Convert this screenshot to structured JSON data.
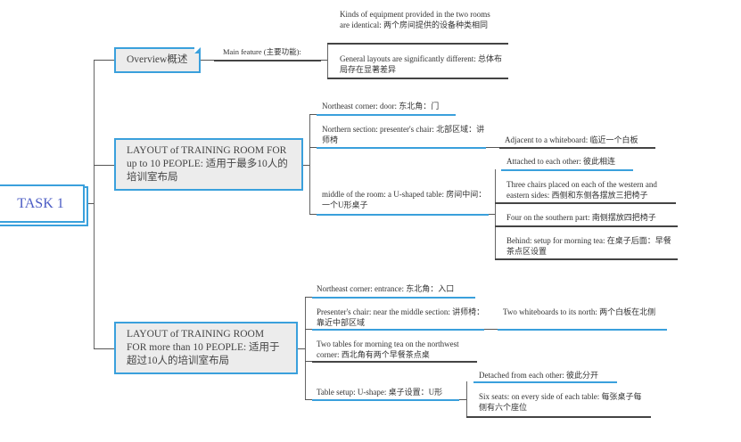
{
  "root": {
    "label": "TASK 1"
  },
  "overview": {
    "label": "Overview概述",
    "main_feature": "Main feature (主要功能):",
    "children": [
      "Kinds of equipment provided in the two rooms are identical: 两个房间提供的设备种类相同",
      "General layouts are significantly different: 总体布局存在显著差异"
    ]
  },
  "layout_small": {
    "label": "LAYOUT of TRAINING ROOM FOR up to 10 PEOPLE: 适用于最多10人的培训室布局",
    "items": [
      "Northeast corner: door: 东北角：门",
      "Northern section: presenter's chair: 北部区域：讲师椅",
      "middle of the room: a U-shaped table: 房间中间：一个U形桌子"
    ],
    "presenter_child": "Adjacent to a whiteboard: 临近一个白板",
    "table_children": [
      "Attached to each other: 彼此相连",
      "Three chairs placed on each of the western and eastern sides: 西侧和东侧各摆放三把椅子",
      "Four on the southern part: 南侧摆放四把椅子",
      "Behind: setup for morning tea: 在桌子后面：早餐茶点区设置"
    ]
  },
  "layout_large": {
    "label": "LAYOUT of TRAINING ROOM FOR more than 10 PEOPLE: 适用于超过10人的培训室布局",
    "items": [
      "Northeast corner: entrance: 东北角：入口",
      "Presenter's chair: near the middle section: 讲师椅：靠近中部区域",
      "Two tables for morning tea on the northwest corner: 西北角有两个早餐茶点桌",
      "Table setup: U-shape: 桌子设置：U形"
    ],
    "presenter_child": "Two whiteboards to its north: 两个白板在北侧",
    "table_children": [
      "Detached from each other: 彼此分开",
      "Six seats: on every side of each table: 每张桌子每侧有六个座位"
    ]
  }
}
